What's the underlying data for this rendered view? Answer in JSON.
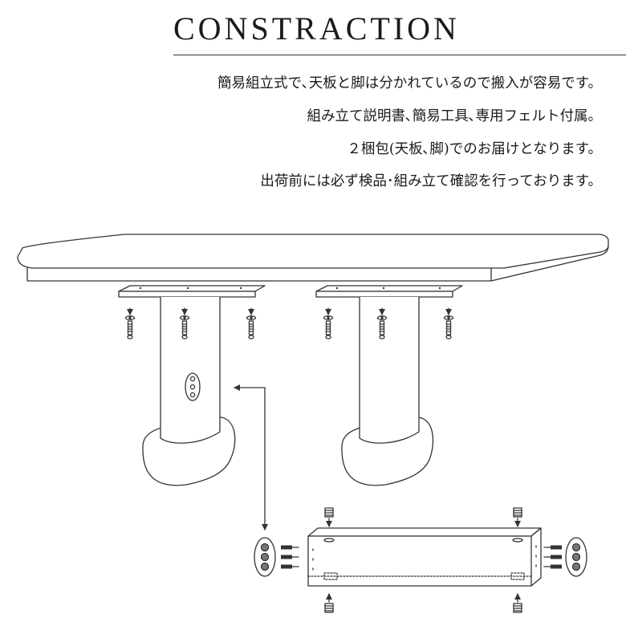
{
  "header": {
    "title": "CONSTRACTION"
  },
  "description": {
    "line1": "簡易組立式で､天板と脚は分かれているので搬入が容易です。",
    "line2": "組み立て説明書､簡易工具､専用フェルト付属。",
    "line3": "２梱包(天板､脚)でのお届けとなります。",
    "line4": "出荷前には必ず検品･組み立て確認を行っております。"
  },
  "diagram": {
    "line_color": "#333333",
    "fill_color": "#ffffff"
  }
}
